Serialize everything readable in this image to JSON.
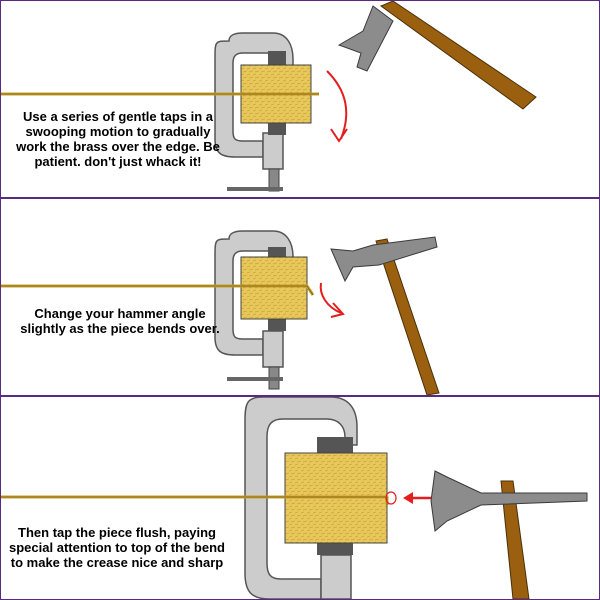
{
  "steps": [
    {
      "caption": "Use a series of gentle taps in a swooping motion to gradually work the brass over the edge. Be patient. don't just whack it!"
    },
    {
      "caption": "Change your hammer angle slightly as the piece bends over."
    },
    {
      "caption": "Then tap the piece flush, paying special attention to top of the bend to make the crease nice and sharp"
    }
  ],
  "colors": {
    "panel_border": "#5a2a82",
    "clamp_frame": "#cccccc",
    "clamp_outline": "#555555",
    "clamp_pad": "#555555",
    "wood_block": "#e8c85a",
    "brass_rod": "#c8a02a",
    "hammer_head": "#8c8c8c",
    "hammer_handle": "#9a6010",
    "arrow": "#e41e1e"
  },
  "icons": [
    "c-clamp-icon",
    "wood-block-icon",
    "brass-rod-icon",
    "hammer-icon",
    "motion-arrow-icon"
  ]
}
